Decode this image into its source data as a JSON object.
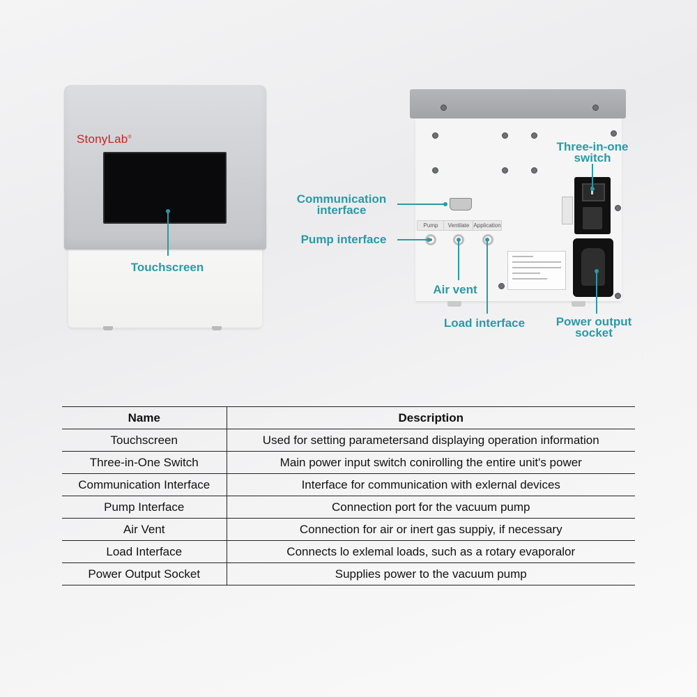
{
  "front_device": {
    "brand": "StonyLab",
    "brand_mark": "®"
  },
  "rear_device": {
    "port_labels": [
      "Pump",
      "Ventilate",
      "Application"
    ]
  },
  "callouts": {
    "touchscreen": "Touchscreen",
    "three_in_one_switch": [
      "Three-in-one",
      "switch"
    ],
    "communication_interface": [
      "Communication",
      "interface"
    ],
    "pump_interface": "Pump interface",
    "air_vent": "Air vent",
    "load_interface": "Load interface",
    "power_output_socket": [
      "Power output",
      "socket"
    ]
  },
  "accent_color": "#2a9aa6",
  "brand_color": "#c42626",
  "table": {
    "headers": [
      "Name",
      "Description"
    ],
    "rows": [
      {
        "name": "Touchscreen",
        "description": "Used for setting parametersand displaying operation information"
      },
      {
        "name": "Three-in-One Switch",
        "description": "Main power input switch conirolling the entire unit's power"
      },
      {
        "name": "Communication Interface",
        "description": "Interface for communication with exlernal devices"
      },
      {
        "name": "Pump Interface",
        "description": "Connection port for the vacuum pump"
      },
      {
        "name": "Air Vent",
        "description": "Connection for air or inert gas suppiy, if necessary"
      },
      {
        "name": "Load Interface",
        "description": "Connects lo exlemal loads, such as a rotary evaporalor"
      },
      {
        "name": "Power Output Socket",
        "description": "Supplies power to the vacuum pump"
      }
    ]
  }
}
